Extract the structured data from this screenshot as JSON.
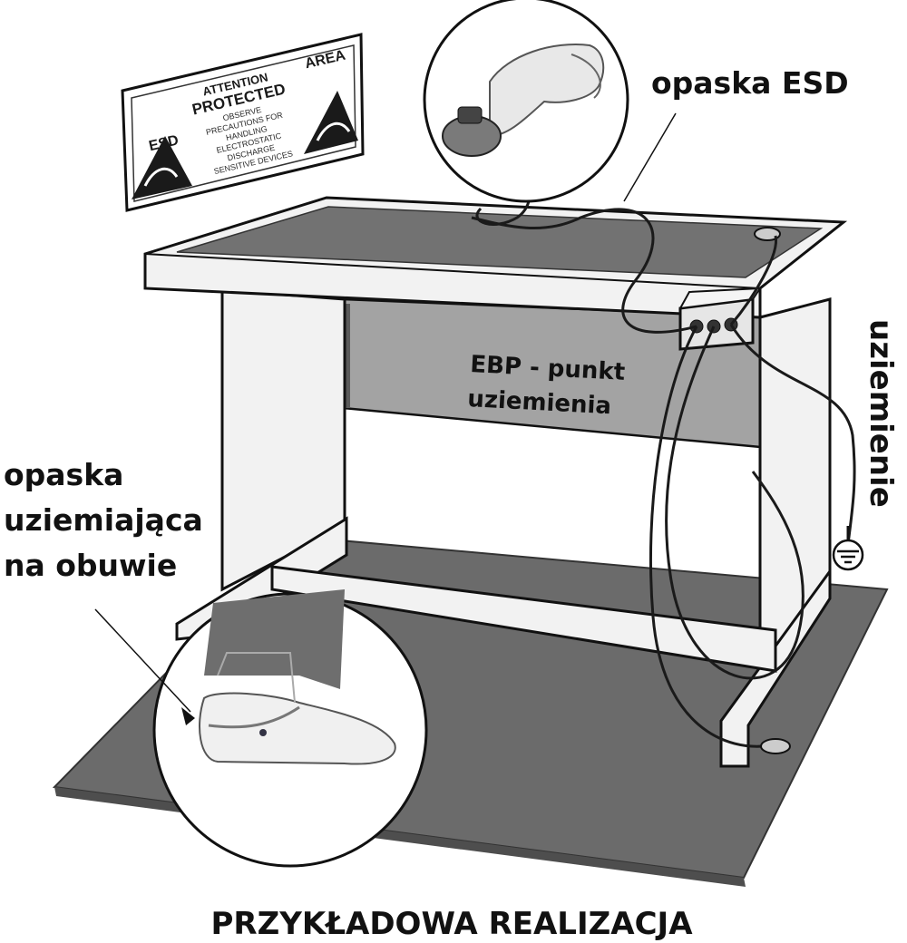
{
  "labels": {
    "esd_strap": "opaska ESD",
    "ebp_line1": "EBP - punkt",
    "ebp_line2": "uziemienia",
    "grounding": "uziemienie",
    "shoe_line1": "opaska",
    "shoe_line2": "uziemiająca",
    "shoe_line3": "na obuwie",
    "caption": "PRZYKŁADOWA REALIZACJA"
  },
  "sign": {
    "attention": "ATTENTION",
    "esd": "ESD",
    "protected": "PROTECTED",
    "area": "AREA",
    "line1": "OBSERVE",
    "line2": "PRECAUTIONS FOR",
    "line3": "HANDLING",
    "line4": "ELECTROSTATIC",
    "line5": "DISCHARGE",
    "line6": "SENSITIVE DEVICES"
  },
  "colors": {
    "mat": "#6b6b6b",
    "mat_dark": "#555555",
    "top_surface": "#727272",
    "frame": "#f2f2f2",
    "panel": "#9a9a9a",
    "outline": "#111111",
    "cord": "#1a1a1a"
  },
  "icons": [
    "esd-warning-icon",
    "ground-symbol-icon",
    "wrist-strap-icon",
    "shoe-icon"
  ]
}
